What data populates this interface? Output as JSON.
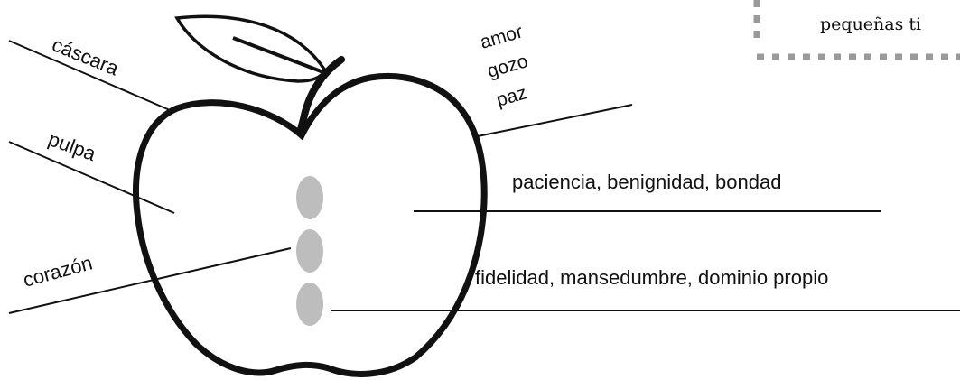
{
  "diagram": {
    "labels": {
      "cascara": "cáscara",
      "pulpa": "pulpa",
      "corazon": "corazón",
      "amor": "amor",
      "gozo": "gozo",
      "paz": "paz",
      "middle": "paciencia, benignidad, bondad",
      "bottom": "fidelidad, mansedumbre, dominio propio"
    },
    "callout_text": "pequeñas ti",
    "colors": {
      "stroke": "#111111",
      "seed": "#bdbdbd",
      "callout_border": "#9a9a9a"
    },
    "icons": [
      "apple-icon",
      "leaf-icon",
      "stem-icon",
      "seed-icon"
    ]
  }
}
